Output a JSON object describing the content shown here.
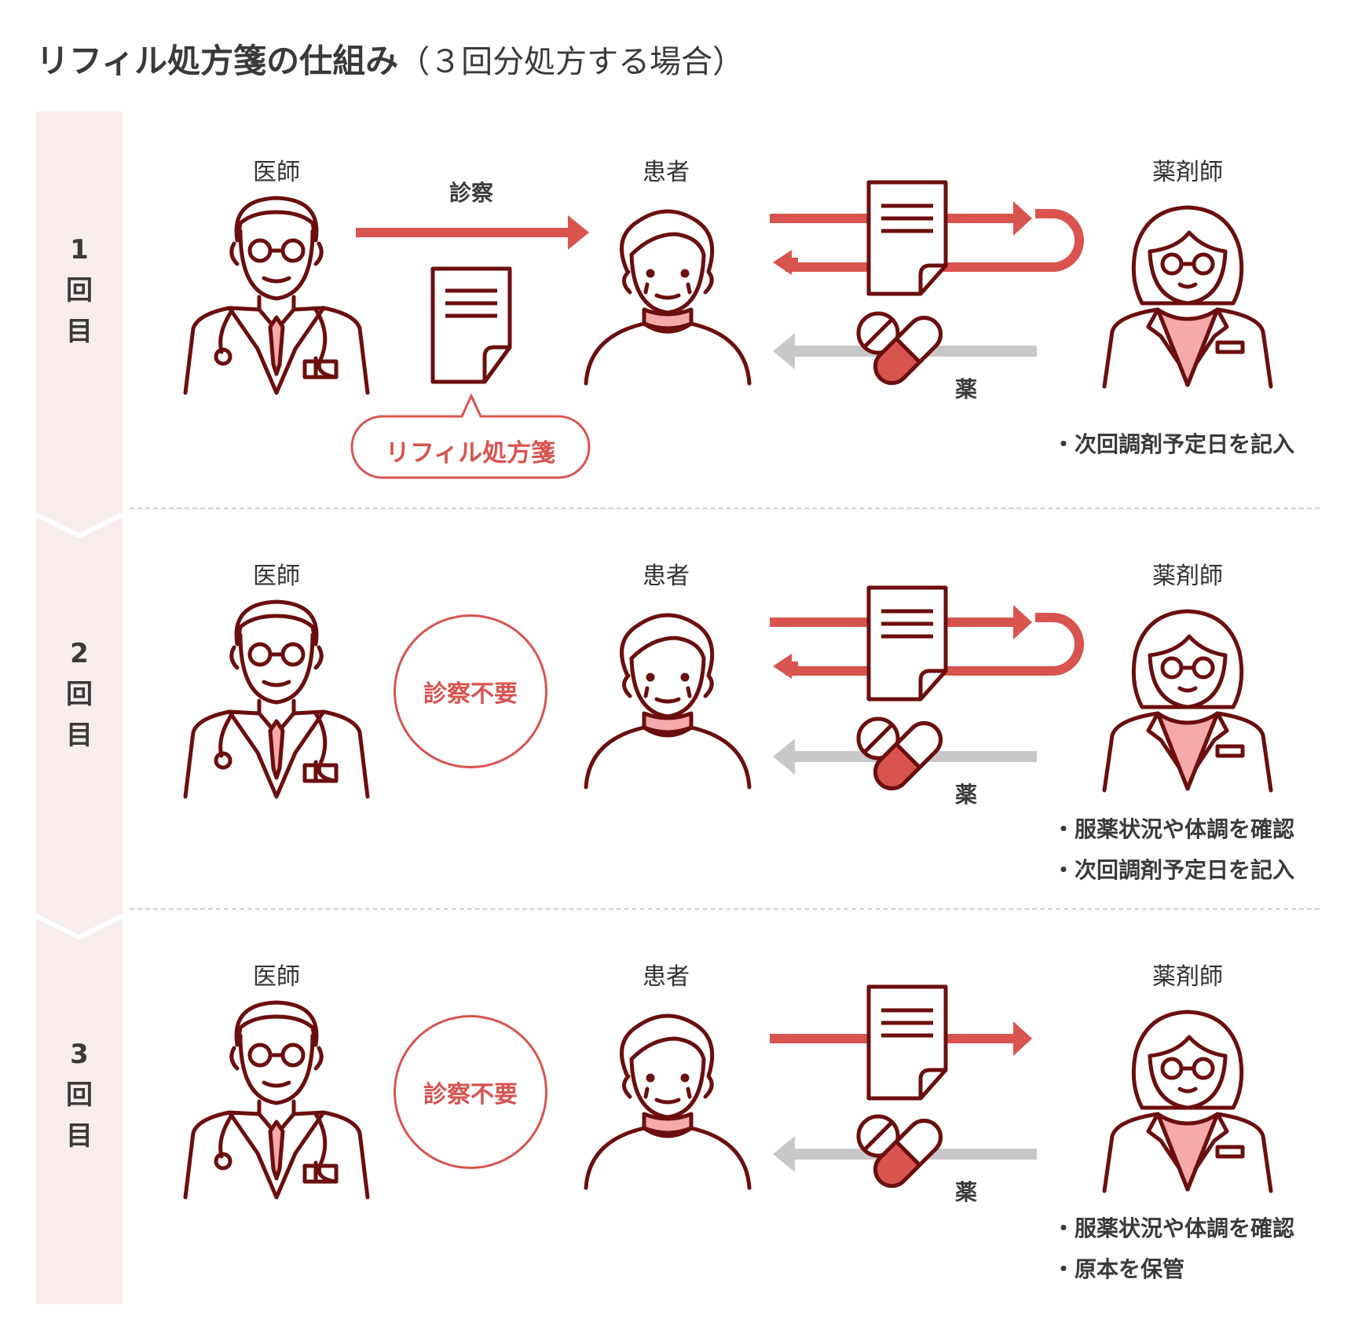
{
  "title": {
    "main": "リフィル処方箋の仕組み",
    "sub": "（３回分処方する場合）"
  },
  "colors": {
    "accent": "#d9534f",
    "dark": "#6b0e0e",
    "pink": "#f6a9a9",
    "sidebar": "#f8ecec",
    "gray": "#c8c8c8"
  },
  "rounds": [
    {
      "number": "1",
      "kai": "回",
      "me": "目",
      "doctor": "医師",
      "patient": "患者",
      "pharmacist": "薬剤師",
      "exam": "診察",
      "bubble": "リフィル処方箋",
      "medicine": "薬",
      "notes": [
        "・次回調剤予定日を記入"
      ]
    },
    {
      "number": "2",
      "kai": "回",
      "me": "目",
      "doctor": "医師",
      "patient": "患者",
      "pharmacist": "薬剤師",
      "exam": "診察不要",
      "medicine": "薬",
      "notes": [
        "・服薬状況や体調を確認",
        "・次回調剤予定日を記入"
      ]
    },
    {
      "number": "3",
      "kai": "回",
      "me": "目",
      "doctor": "医師",
      "patient": "患者",
      "pharmacist": "薬剤師",
      "exam": "診察不要",
      "medicine": "薬",
      "notes": [
        "・服薬状況や体調を確認",
        "・原本を保管"
      ]
    }
  ]
}
